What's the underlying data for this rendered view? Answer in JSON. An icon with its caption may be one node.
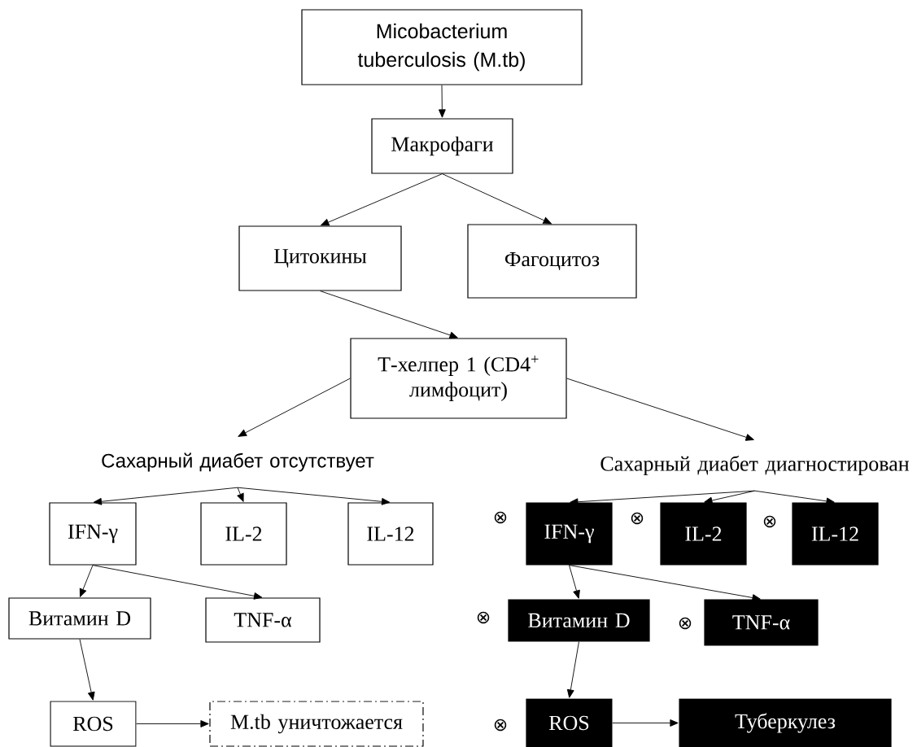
{
  "diagram": {
    "nodes": [
      {
        "text": [
          "Micobacterium tuberculosis (M.tb)"
        ]
      },
      {
        "text": [
          "Макрофаги"
        ]
      },
      {
        "text": [
          "Цитокины"
        ]
      },
      {
        "text": [
          "Фагоцитоз"
        ]
      },
      {
        "text": [
          "Т-хелпер 1 (CD4$^{+}$ лимфоцит)"
        ]
      },
      {
        "text": [
          "Сахарный диабет отсутствует"
        ]
      },
      {
        "text": [
          "Сахарный диабет диагностирован"
        ]
      },
      {
        "text": [
          "IFN-γ"
        ]
      },
      {
        "text": [
          "IL-2"
        ]
      },
      {
        "text": [
          "IL-12"
        ]
      },
      {
        "text": [
          "Витамин D"
        ]
      },
      {
        "text": [
          "TNF-α"
        ]
      },
      {
        "text": [
          "ROS"
        ]
      },
      {
        "text": [
          "M.tb уничтожается"
        ]
      },
      {
        "text": [
          "IFN-γ"
        ]
      },
      {
        "text": [
          "IL-2"
        ]
      },
      {
        "text": [
          "IL-12"
        ]
      },
      {
        "text": [
          "Витамин D"
        ]
      },
      {
        "text": [
          "TNF-α"
        ]
      },
      {
        "text": [
          "ROS"
        ]
      },
      {
        "text": [
          "Туберкулез"
        ]
      }
    ],
    "edges": [
      {
        "from": 0,
        "to": 1,
        "arrow": "to"
      },
      {
        "from": 1,
        "to": 2,
        "arrow": "to"
      },
      {
        "from": 1,
        "to": 3,
        "arrow": "to"
      },
      {
        "from": 2,
        "to": 4,
        "arrow": "to"
      },
      {
        "from": 4,
        "to": 5,
        "arrow": "to"
      },
      {
        "from": 4,
        "to": 6,
        "arrow": "to"
      },
      {
        "from": 5,
        "to": 7,
        "arrow": "to"
      },
      {
        "from": 5,
        "to": 8,
        "arrow": "to"
      },
      {
        "from": 5,
        "to": 9,
        "arrow": "to"
      },
      {
        "from": 7,
        "to": 10,
        "arrow": "to"
      },
      {
        "from": 7,
        "to": 11,
        "arrow": "to"
      },
      {
        "from": 10,
        "to": 12,
        "arrow": "to"
      },
      {
        "from": 12,
        "to": 13,
        "arrow": "to"
      },
      {
        "from": 6,
        "to": 14,
        "arrow": "to"
      },
      {
        "from": 6,
        "to": 15,
        "arrow": "to"
      },
      {
        "from": 6,
        "to": 16,
        "arrow": "to"
      },
      {
        "from": 14,
        "to": 17,
        "arrow": "to"
      },
      {
        "from": 14,
        "to": 18,
        "arrow": "to"
      },
      {
        "from": 17,
        "to": 19,
        "arrow": "to"
      },
      {
        "from": 19,
        "to": 20,
        "arrow": "to"
      }
    ],
    "labels": [
      "⊗",
      "⊗",
      "⊗",
      "⊗",
      "⊗",
      "⊗"
    ]
  }
}
